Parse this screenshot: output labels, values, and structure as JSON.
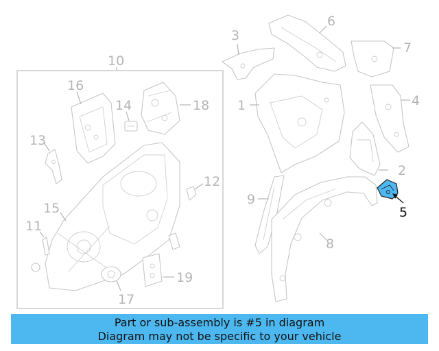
{
  "diagram": {
    "group_label": "10",
    "callouts": [
      "1",
      "2",
      "3",
      "4",
      "5",
      "6",
      "7",
      "8",
      "9",
      "11",
      "12",
      "13",
      "14",
      "15",
      "16",
      "17",
      "18",
      "19"
    ],
    "highlighted_callout": "5",
    "highlight_color": "#4db8f0"
  },
  "banner": {
    "line1": "Part or sub-assembly is #5 in diagram",
    "line2": "Diagram may not be specific to your vehicle",
    "background": "#4db8f0"
  }
}
